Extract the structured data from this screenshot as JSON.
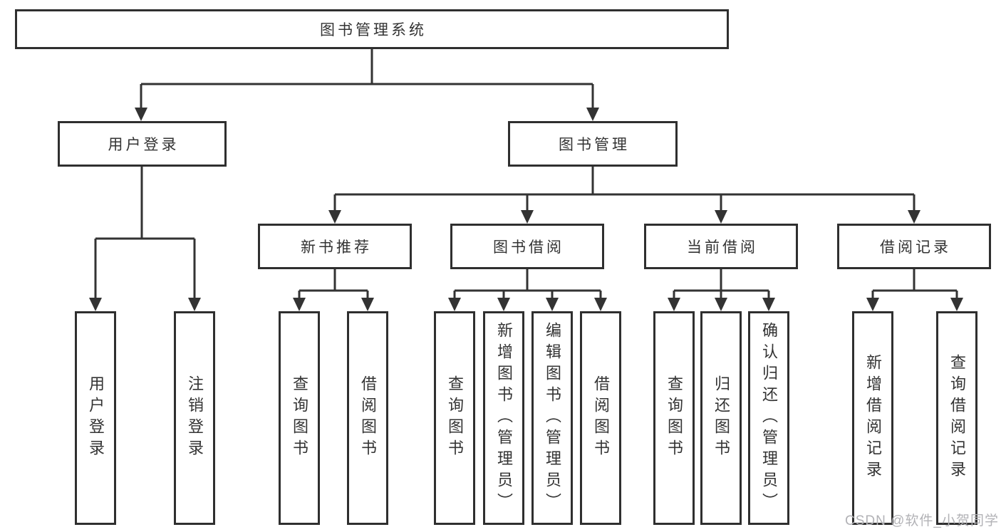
{
  "diagram": {
    "title": "图书管理系统",
    "nodes": {
      "root": "图书管理系统",
      "user_login": "用户登录",
      "book_mgmt": "图书管理",
      "new_book_rec": "新书推荐",
      "book_borrow": "图书借阅",
      "current_borrow": "当前借阅",
      "borrow_record": "借阅记录",
      "leaf_user_login": "用户登录",
      "leaf_logout": "注销登录",
      "leaf_query_book_a": "查询图书",
      "leaf_borrow_book_a": "借阅图书",
      "leaf_query_book_b": "查询图书",
      "leaf_add_book": "新增图书（管理员）",
      "leaf_edit_book": "编辑图书（管理员）",
      "leaf_borrow_book_b": "借阅图书",
      "leaf_query_book_c": "查询图书",
      "leaf_return_book": "归还图书",
      "leaf_confirm_return": "确认归还（管理员）",
      "leaf_add_record": "新增借阅记录",
      "leaf_query_record": "查询借阅记录"
    },
    "structure": {
      "图书管理系统": [
        "用户登录",
        "图书管理"
      ],
      "用户登录": [
        "用户登录",
        "注销登录"
      ],
      "图书管理": [
        "新书推荐",
        "图书借阅",
        "当前借阅",
        "借阅记录"
      ],
      "新书推荐": [
        "查询图书",
        "借阅图书"
      ],
      "图书借阅": [
        "查询图书",
        "新增图书（管理员）",
        "编辑图书（管理员）",
        "借阅图书"
      ],
      "当前借阅": [
        "查询图书",
        "归还图书",
        "确认归还（管理员）"
      ],
      "借阅记录": [
        "新增借阅记录",
        "查询借阅记录"
      ]
    }
  },
  "watermark": "CSDN @软件_小贺同学",
  "colors": {
    "line": "#333333",
    "border": "#2f2f2f",
    "text": "#333333",
    "watermark": "#b2b2b6",
    "background": "#ffffff"
  }
}
